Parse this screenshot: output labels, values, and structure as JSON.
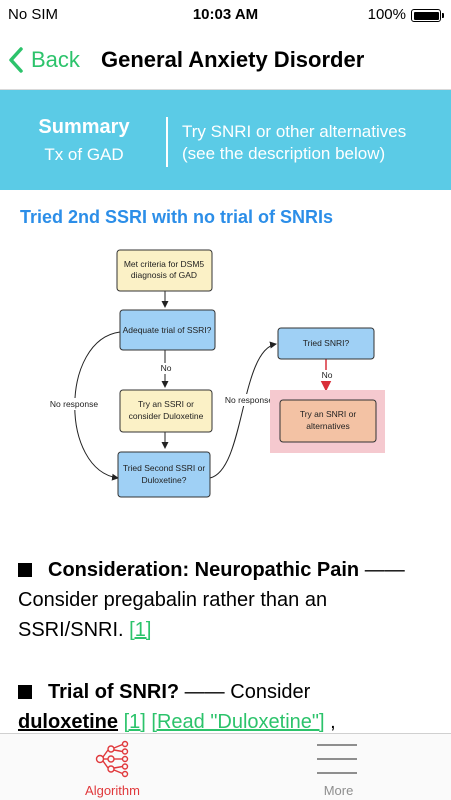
{
  "status_bar": {
    "carrier": "No SIM",
    "time": "10:03 AM",
    "battery": "100%"
  },
  "nav": {
    "back_label": "Back",
    "title": "General Anxiety Disorder"
  },
  "summary": {
    "title": "Summary",
    "subtitle": "Tx of GAD",
    "text_line1": "Try SNRI or other alternatives",
    "text_line2": "(see the description below)",
    "background_color": "#5bcbe6"
  },
  "section_heading": "Tried 2nd SSRI with no trial of SNRIs",
  "flowchart": {
    "nodes": {
      "met_criteria_line1": "Met criteria for DSM5",
      "met_criteria_line2": "diagnosis of GAD",
      "adequate_trial": "Adequate trial of SSRI?",
      "try_ssri_line1": "Try an SSRI  or",
      "try_ssri_line2": "consider Duloxetine",
      "second_ssri_line1": "Tried Second SSRI or",
      "second_ssri_line2": "Duloxetine?",
      "tried_snri": "Tried SNRI?",
      "try_snri_line1": "Try an SNRI or",
      "try_snri_line2": "alternatives"
    },
    "edges": {
      "no_1": "No",
      "no_response_1": "No response",
      "no_response_2": "No response",
      "no_2": "No"
    }
  },
  "content": {
    "p1_heading": "Consideration: Neuropathic Pain",
    "p1_dash": " —— ",
    "p1_text": "Consider pregabalin rather than an SSRI/SNRI. ",
    "p1_ref": "[1]",
    "p2_heading": "Trial of SNRI?",
    "p2_dash": " —— ",
    "p2_text": "Consider ",
    "p2_drug": "duloxetine",
    "p2_ref": "[1]",
    "p2_read_link": "[Read \"Duloxetine\"]",
    "p2_tail": " ,"
  },
  "tab_bar": {
    "algorithm_label": "Algorithm",
    "more_label": "More",
    "active_color": "#e0383b",
    "inactive_color": "#8e8e8e"
  },
  "colors": {
    "accent_green": "#2cc36b",
    "heading_blue": "#2c8ee8"
  }
}
